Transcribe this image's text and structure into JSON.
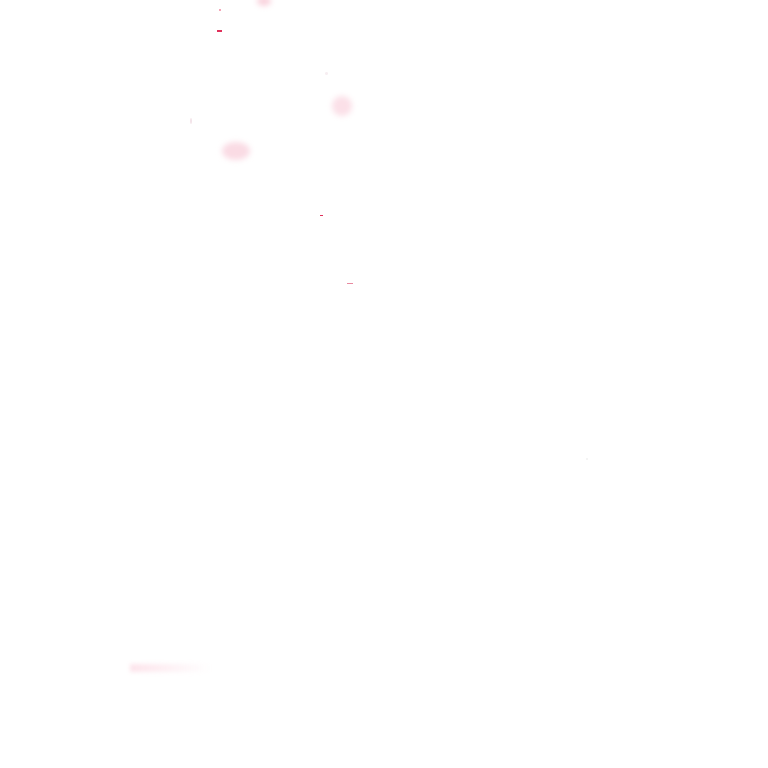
{
  "background_color": "#ffffff",
  "accent_color": "#e0305a",
  "faint_color": "#f7c6d3",
  "faint_text": "",
  "marks": [
    "petal-speck",
    "petal-speck",
    "petal-speck",
    "petal-speck",
    "petal-speck",
    "petal-speck",
    "petal-speck",
    "petal-speck"
  ]
}
